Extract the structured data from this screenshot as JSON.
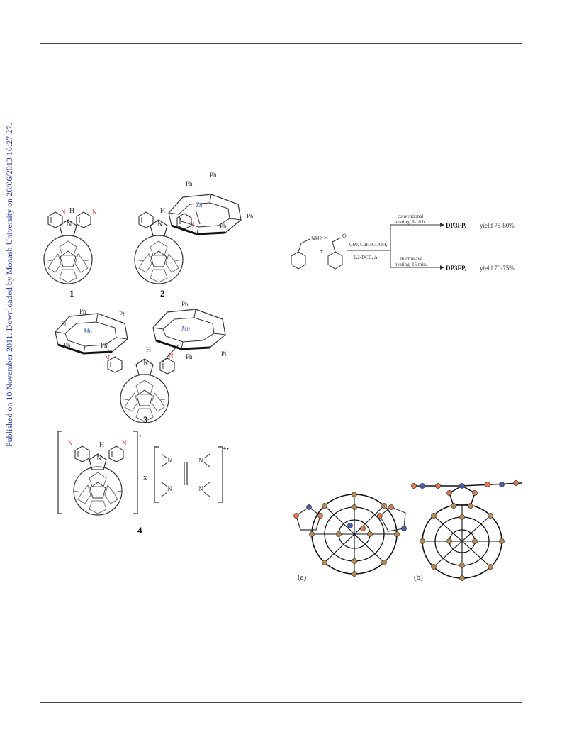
{
  "side_note": "Published on 10 November 2011. Downloaded by Monash University on 26/06/2013 16:27:27.",
  "structures": {
    "label1": "1",
    "label2": "2",
    "label3": "3",
    "label4": "4",
    "ph": "Ph",
    "n": "N",
    "h": "H",
    "zn": "Zn",
    "mn": "Mn",
    "x": "x",
    "anion_charge": "•−",
    "cation_charge": "+•"
  },
  "scheme": {
    "reagent_amine": "NH2",
    "plus": "+",
    "reagent_aldehyde_h": "H",
    "reagent_aldehyde_o": "O",
    "conditions_top": "C60, C2H5COOH,",
    "conditions_bottom": "1,2-DCB, Δ",
    "route1_top": "conventional",
    "route1_bottom": "heating, 6-10 h",
    "route2_top": "microwave",
    "route2_bottom": "heating, 15 min.",
    "product1": "DP3FP,",
    "yield1": "yield 75-80%",
    "product2": "DP3FP,",
    "yield2": "yield 70-75%"
  },
  "crystal": {
    "label_a": "(a)",
    "label_b": "(b)"
  }
}
